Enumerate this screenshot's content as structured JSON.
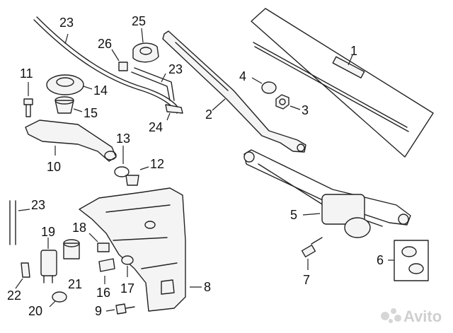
{
  "callouts": [
    {
      "id": "c1",
      "text": "1"
    },
    {
      "id": "c2",
      "text": "2"
    },
    {
      "id": "c3",
      "text": "3"
    },
    {
      "id": "c4",
      "text": "4"
    },
    {
      "id": "c5",
      "text": "5"
    },
    {
      "id": "c6",
      "text": "6"
    },
    {
      "id": "c7",
      "text": "7"
    },
    {
      "id": "c8",
      "text": "8"
    },
    {
      "id": "c9",
      "text": "9"
    },
    {
      "id": "c10",
      "text": "10"
    },
    {
      "id": "c11",
      "text": "11"
    },
    {
      "id": "c12",
      "text": "12"
    },
    {
      "id": "c13",
      "text": "13"
    },
    {
      "id": "c14",
      "text": "14"
    },
    {
      "id": "c15",
      "text": "15"
    },
    {
      "id": "c16",
      "text": "16"
    },
    {
      "id": "c17",
      "text": "17"
    },
    {
      "id": "c18",
      "text": "18"
    },
    {
      "id": "c19",
      "text": "19"
    },
    {
      "id": "c20",
      "text": "20"
    },
    {
      "id": "c21",
      "text": "21"
    },
    {
      "id": "c22",
      "text": "22"
    },
    {
      "id": "c23a",
      "text": "23"
    },
    {
      "id": "c23b",
      "text": "23"
    },
    {
      "id": "c23c",
      "text": "23"
    },
    {
      "id": "c24",
      "text": "24"
    },
    {
      "id": "c25",
      "text": "25"
    },
    {
      "id": "c26",
      "text": "26"
    }
  ],
  "watermark": {
    "text": "Avito",
    "icon": "avito-dots-icon"
  }
}
